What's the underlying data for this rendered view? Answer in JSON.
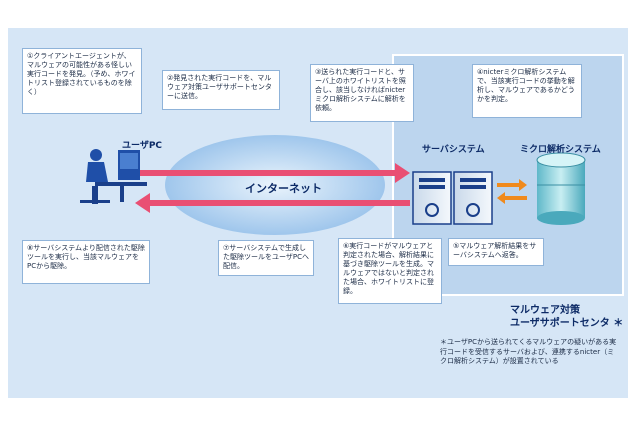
{
  "notes": {
    "n1": "①クライアントエージェントが、マルウェアの可能性がある怪しい実行コードを発見。（予め、ホワイトリスト登録されているものを除く）",
    "n2": "②発見された実行コードを、マルウェア対策ユーザサポートセンターに送信。",
    "n3": "③送られた実行コードと、サーバ上のホワイトリストを照合し、該当しなければnicterミクロ解析システムに解析を依頼。",
    "n4": "④nicterミクロ解析システムで、当該実行コードの挙動を解析し、マルウェアであるかどうかを判定。",
    "n5": "⑤マルウェア解析結果をサーバシステムへ返答。",
    "n6": "⑥実行コードがマルウェアと判定された場合、解析結果に基づき駆除ツールを生成。マルウェアではないと判定された場合、ホワイトリストに登録。",
    "n7": "⑦サーバシステムで生成した駆除ツールをユーザPCへ配信。",
    "n8": "⑧サーバシステムより配信された駆除ツールを実行し、当該マルウェアをPCから駆除。"
  },
  "labels": {
    "user_pc": "ユーザPC",
    "internet": "インターネット",
    "server_system": "サーバシステム",
    "micro_system": "ミクロ解析システム",
    "center_line1": "マルウェア対策",
    "center_line2": "ユーザサポートセンタ ＊"
  },
  "footnote": "＊ユーザPCから送られてくるマルウェアの疑いがある実行コードを受信するサーバおよび、連携するnicter（ミクロ解析システム）が設置されている",
  "colors": {
    "panel": "#d6e6f6",
    "center_box": "#bcd5ee",
    "arrow_pink": "#e94f73",
    "arrow_orange": "#f08a1c",
    "cloud": "#a9cdf0",
    "navy": "#0c2a66"
  }
}
